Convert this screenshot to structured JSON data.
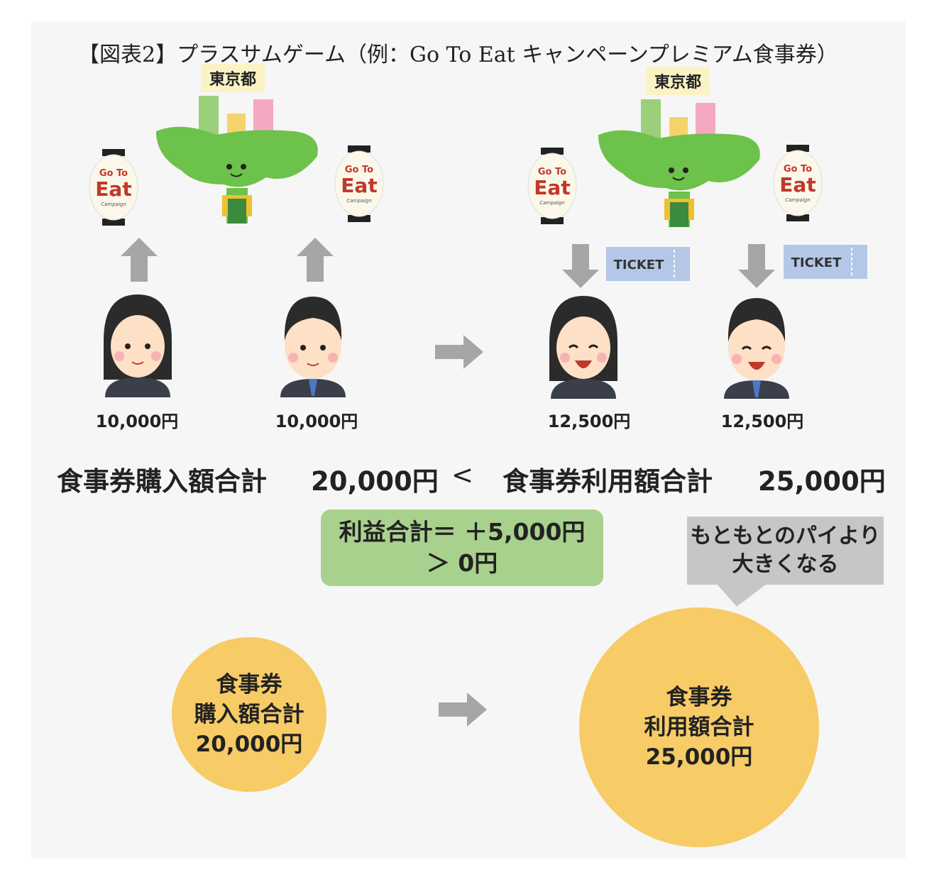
{
  "title": "【図表2】プラスサムゲーム（例：Go To Eat キャンペーンプレミアム食事券）",
  "tokyo_label": "東京都",
  "lantern": {
    "line1": "Go To",
    "line2": "Eat",
    "line3": "Campaign"
  },
  "ticket_label": "TICKET",
  "before": {
    "amounts": [
      "10,000円",
      "10,000円"
    ]
  },
  "after": {
    "amounts": [
      "12,500円",
      "12,500円"
    ]
  },
  "comparison": {
    "left_label": "食事券購入額合計",
    "left_value": "20,000円",
    "operator": "<",
    "right_label": "食事券利用額合計",
    "right_value": "25,000円"
  },
  "profit_box": {
    "line1": "利益合計＝ ＋5,000円",
    "line2": "＞ 0円"
  },
  "callout": {
    "line1": "もともとのパイより",
    "line2": "大きくなる"
  },
  "small_circle": {
    "line1": "食事券",
    "line2": "購入額合計",
    "line3": "20,000円"
  },
  "big_circle": {
    "line1": "食事券",
    "line2": "利用額合計",
    "line3": "25,000円"
  },
  "colors": {
    "panel_bg": "#f6f6f6",
    "arrow_gray": "#a6a6a6",
    "green_box": "#a9d18e",
    "callout_gray": "#c6c6c6",
    "circle_yellow": "#f7cb66",
    "ticket_blue": "#b4c7e7",
    "tokyo_green": "#6cc24a"
  }
}
